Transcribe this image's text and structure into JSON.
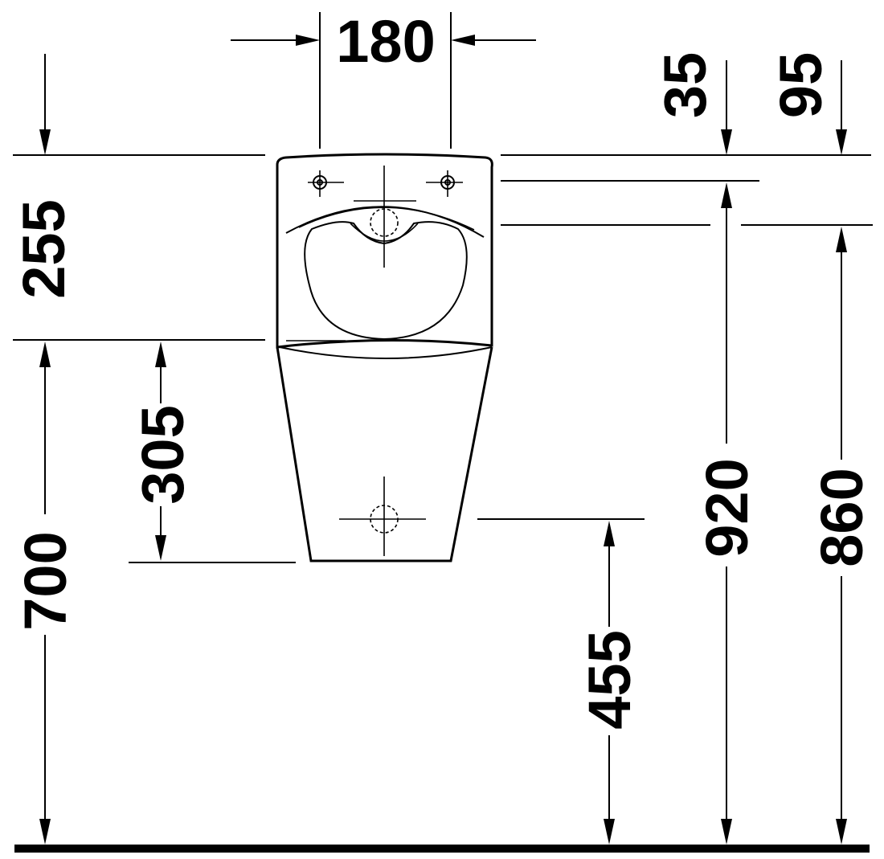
{
  "dimensions": {
    "width_fixing_spacing": "180",
    "top_offset_35": "35",
    "top_offset_95": "95",
    "upper_height": "255",
    "lower_height": "305",
    "fixing_height": "700",
    "outlet_height": "455",
    "top_height": "920",
    "inlet_height": "860"
  },
  "colors": {
    "line": "#000000",
    "background": "#ffffff"
  }
}
